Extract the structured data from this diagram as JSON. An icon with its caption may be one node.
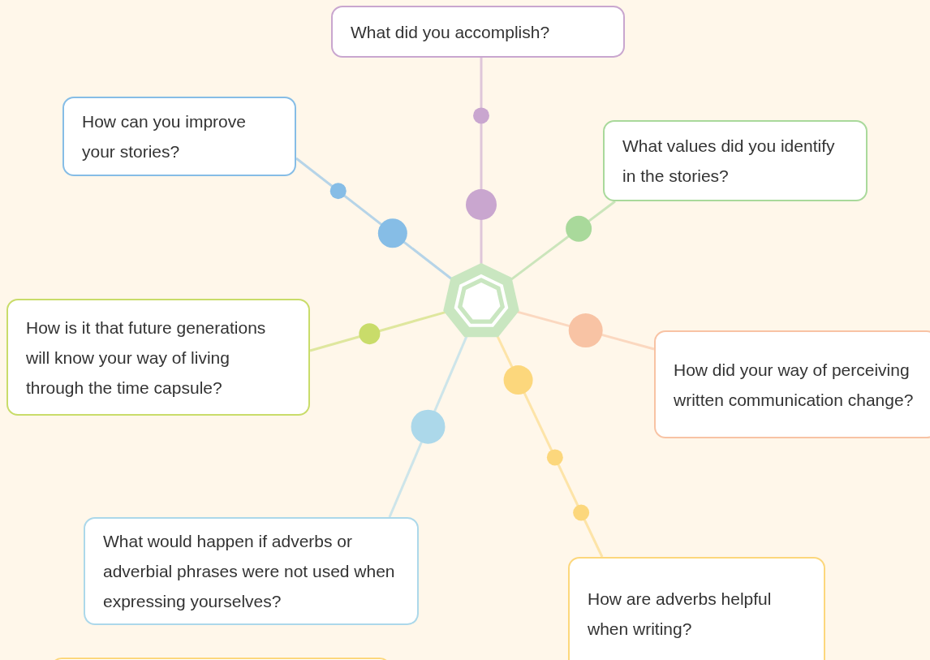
{
  "diagram": {
    "nodes": [
      {
        "text": [],
        "shape": "heptagon"
      },
      {
        "text": [
          "What did you accomplish?"
        ]
      },
      {
        "text": [
          "How can you improve your stories?"
        ]
      },
      {
        "text": [
          "What values did you identify in the stories?"
        ]
      },
      {
        "text": [
          "How is it that future generations will know your way of living through the time capsule?"
        ]
      },
      {
        "text": [
          "How did your way of perceiving written communication change?"
        ]
      },
      {
        "text": [
          "What would happen if adverbs or adverbial phrases were not used when expressing yourselves?"
        ]
      },
      {
        "text": [
          "How are adverbs helpful when writing?"
        ]
      },
      {
        "text": [],
        "shape": "box"
      }
    ],
    "edges": [
      {
        "from": 0,
        "to": 1,
        "arrow": "none",
        "color": "#c9a6cf"
      },
      {
        "from": 0,
        "to": 2,
        "arrow": "none",
        "color": "#86bde6"
      },
      {
        "from": 0,
        "to": 3,
        "arrow": "none",
        "color": "#a9d99b"
      },
      {
        "from": 0,
        "to": 4,
        "arrow": "none",
        "color": "#c9dc6a"
      },
      {
        "from": 0,
        "to": 5,
        "arrow": "none",
        "color": "#f8c3a4"
      },
      {
        "from": 0,
        "to": 6,
        "arrow": "none",
        "color": "#acd8ea"
      },
      {
        "from": 0,
        "to": 7,
        "arrow": "none",
        "color": "#fcd77c"
      }
    ]
  }
}
